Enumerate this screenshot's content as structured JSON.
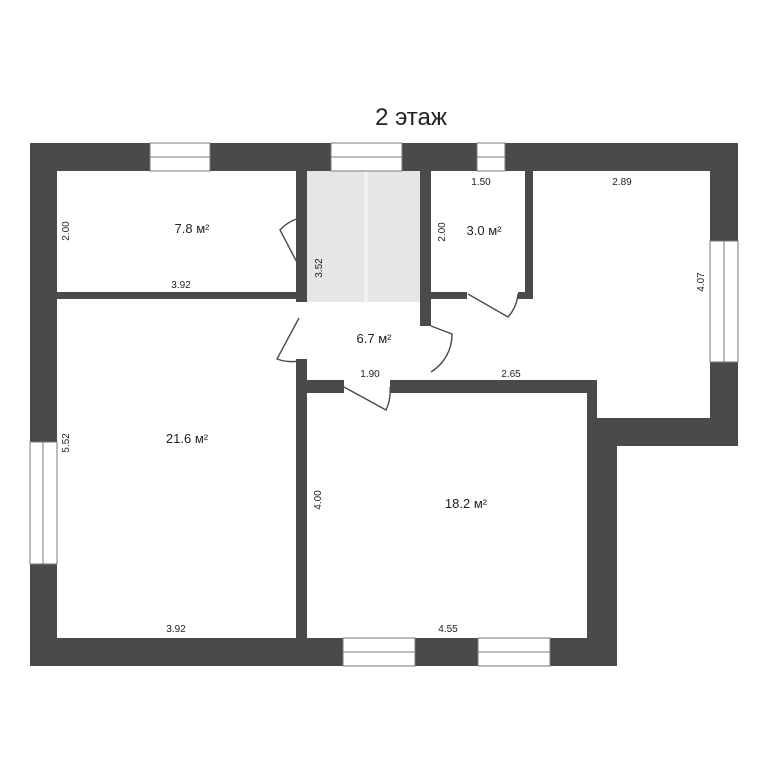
{
  "title": "2 этаж",
  "colors": {
    "wall": "#4a4a4c",
    "stair": "#e6e6e6",
    "window": "#ffffff"
  },
  "rooms": {
    "r1": {
      "area": "7.8 м²"
    },
    "r2": {
      "area": "3.0 м²"
    },
    "hall": {
      "area": "6.7 м²"
    },
    "r3": {
      "area": "21.6 м²"
    },
    "r4": {
      "area": "18.2 м²"
    }
  },
  "dims": {
    "d_200_left": "2.00",
    "d_392_top": "3.92",
    "d_352": "3.52",
    "d_150": "1.50",
    "d_200_mid": "2.00",
    "d_289": "2.89",
    "d_407": "4.07",
    "d_190": "1.90",
    "d_265": "2.65",
    "d_552": "5.52",
    "d_400": "4.00",
    "d_392_bottom": "3.92",
    "d_455": "4.55"
  }
}
